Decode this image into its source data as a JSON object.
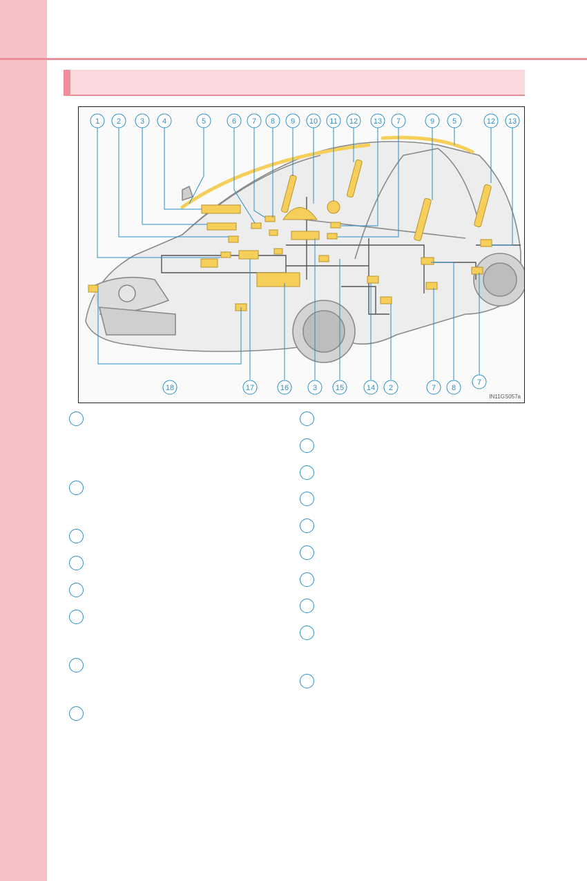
{
  "diagram": {
    "image_code": "IN11GS057a",
    "callouts_top": [
      "1",
      "2",
      "3",
      "4",
      "5",
      "6",
      "7",
      "8",
      "9",
      "10",
      "11",
      "12",
      "13",
      "7",
      "9",
      "5",
      "12",
      "13"
    ],
    "callouts_bottom": [
      "18",
      "17",
      "16",
      "3",
      "15",
      "14",
      "2",
      "7",
      "8",
      "7"
    ]
  },
  "colors": {
    "sidebar": "#f7c1c8",
    "accent": "#ef8e9b",
    "header_bar": "#fbd9de",
    "callout_blue": "#2a8fc6",
    "airbag_yellow": "#f6cf5a"
  },
  "icons": [
    "car-diagram-icon",
    "airbag-component-icon",
    "numbered-circle-icon"
  ]
}
